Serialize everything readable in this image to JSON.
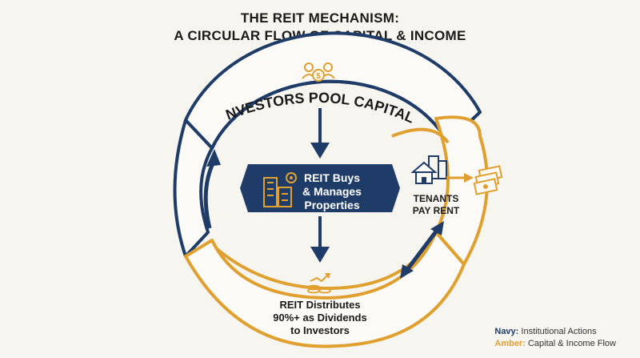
{
  "title": {
    "line1": "THE REIT MECHANISM:",
    "line2": "A CIRCULAR FLOW OF CAPITAL & INCOME"
  },
  "steps": {
    "investors": "INVESTORS POOL CAPITAL",
    "reit_line1": "REIT Buys",
    "reit_line2": "& Manages",
    "reit_line3": "Properties",
    "tenants_line1": "TENANTS",
    "tenants_line2": "PAY RENT",
    "dividends_line1": "REIT Distributes",
    "dividends_line2": "90%+ as Dividends",
    "dividends_line3": "to Investors"
  },
  "legend": {
    "navy_key": "Navy:",
    "navy_text": "Institutional Actions",
    "amber_key": "Amber:",
    "amber_text": "Capital & Income Flow"
  },
  "colors": {
    "navy": "#1f3c68",
    "amber": "#e0a030",
    "background": "#f7f5ef",
    "money_green": "#e0a030"
  },
  "icons": {
    "investors": "people-dollar-icon",
    "reit": "buildings-gear-icon",
    "tenants": "house-buildings-icon",
    "cash": "cash-stack-icon",
    "dividends": "coins-growth-icon"
  }
}
